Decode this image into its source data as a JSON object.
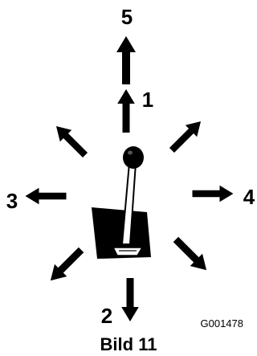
{
  "labels": {
    "pos1": "1",
    "pos2": "2",
    "pos3": "3",
    "pos4": "4",
    "pos5": "5"
  },
  "figure_code": "G001478",
  "caption": "Bild 11",
  "colors": {
    "ink": "#000000",
    "paper": "#ffffff"
  }
}
